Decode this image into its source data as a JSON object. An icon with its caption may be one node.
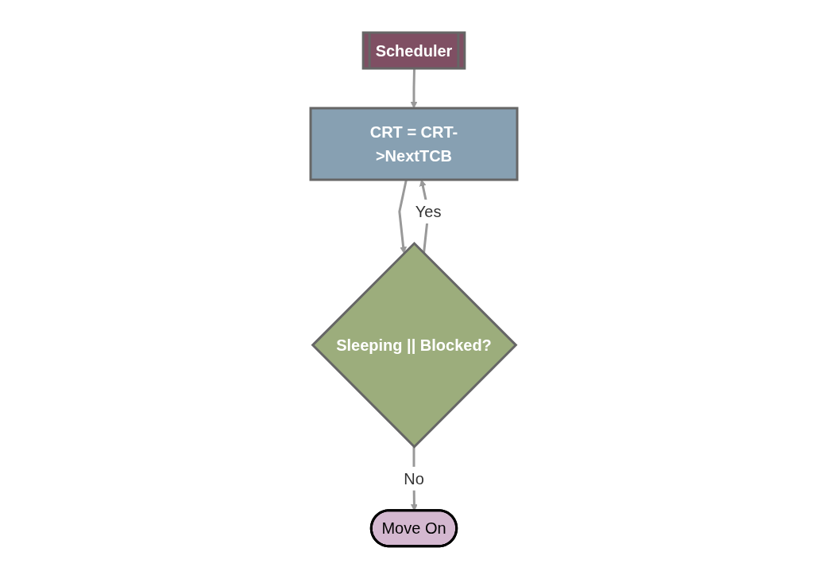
{
  "diagram": {
    "nodes": [
      {
        "text": [
          "Scheduler"
        ]
      },
      {
        "text": [
          "CRT = CRT->NextTCB"
        ]
      },
      {
        "text": [
          "Sleeping || Blocked?"
        ]
      },
      {
        "text": [
          "Move On"
        ]
      }
    ],
    "edges": [
      {
        "from": 0,
        "to": 1,
        "arrow": "to"
      },
      {
        "from": 1,
        "to": 2,
        "arrow": "to"
      },
      {
        "from": 2,
        "to": 1,
        "arrow": "to",
        "label": "Yes"
      },
      {
        "from": 2,
        "to": 3,
        "arrow": "to",
        "label": "No"
      }
    ]
  }
}
